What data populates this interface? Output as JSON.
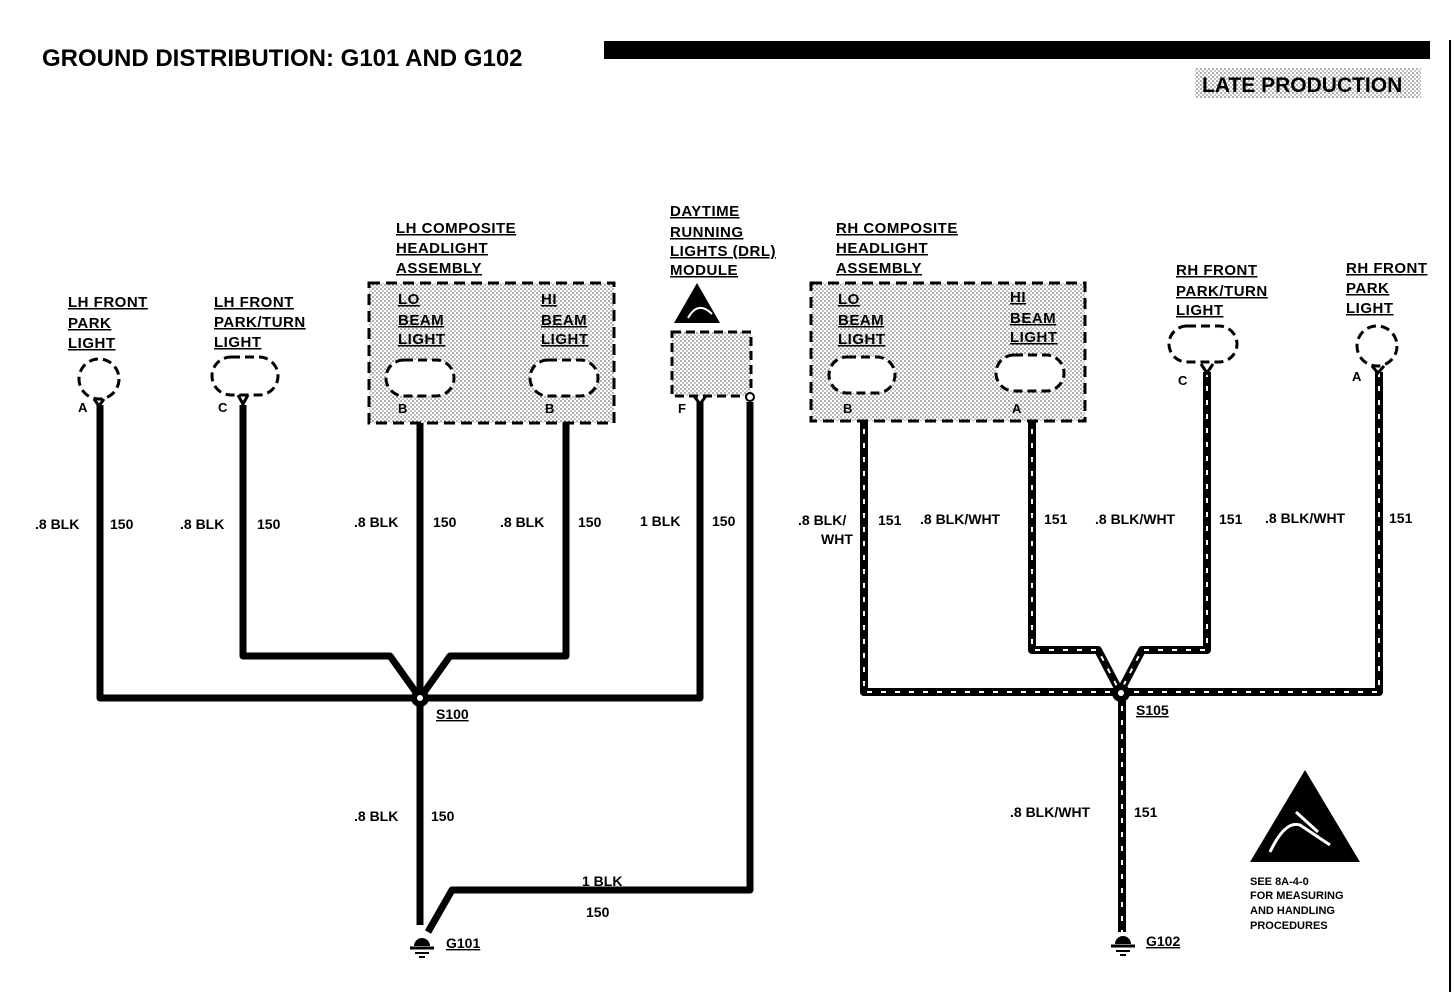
{
  "title": "GROUND DISTRIBUTION: G101 AND G102",
  "production": "LATE PRODUCTION",
  "components": {
    "lh_front_park": [
      "LH FRONT",
      "PARK",
      "LIGHT"
    ],
    "lh_front_park_turn": [
      "LH FRONT",
      "PARK/TURN",
      "LIGHT"
    ],
    "lh_composite": [
      "LH COMPOSITE",
      "HEADLIGHT",
      "ASSEMBLY"
    ],
    "lh_lo_beam": [
      "LO",
      "BEAM",
      "LIGHT"
    ],
    "lh_hi_beam": [
      "HI",
      "BEAM",
      "LIGHT"
    ],
    "drl_module": [
      "DAYTIME",
      "RUNNING",
      "LIGHTS (DRL)",
      "MODULE"
    ],
    "rh_composite": [
      "RH COMPOSITE",
      "HEADLIGHT",
      "ASSEMBLY"
    ],
    "rh_lo_beam": [
      "LO",
      "BEAM",
      "LIGHT"
    ],
    "rh_hi_beam": [
      "HI",
      "BEAM",
      "LIGHT"
    ],
    "rh_front_park_turn": [
      "RH FRONT",
      "PARK/TURN",
      "LIGHT"
    ],
    "rh_front_park": [
      "RH FRONT",
      "PARK",
      "LIGHT"
    ]
  },
  "pins": {
    "lh_park": "A",
    "lh_park_turn": "C",
    "lh_lo": "B",
    "lh_hi": "B",
    "drl": "F",
    "rh_lo": "B",
    "rh_hi": "A",
    "rh_park_turn": "C",
    "rh_park": "A"
  },
  "wires": {
    "w1": {
      "color": ".8 BLK",
      "circuit": "150"
    },
    "w2": {
      "color": ".8 BLK",
      "circuit": "150"
    },
    "w3": {
      "color": ".8 BLK",
      "circuit": "150"
    },
    "w4": {
      "color": ".8 BLK",
      "circuit": "150"
    },
    "w5": {
      "color": "1 BLK",
      "circuit": "150"
    },
    "w6": {
      "color_a": ".8 BLK/",
      "color_b": "WHT",
      "circuit": "151"
    },
    "w7": {
      "color": ".8 BLK/WHT",
      "circuit": "151"
    },
    "w8": {
      "color": ".8 BLK/WHT",
      "circuit": "151"
    },
    "w9": {
      "color": ".8 BLK/WHT",
      "circuit": "151"
    },
    "w10": {
      "color": ".8 BLK",
      "circuit": "150"
    },
    "w11": {
      "color": "1 BLK",
      "circuit": "150"
    },
    "w12": {
      "color": ".8 BLK/WHT",
      "circuit": "151"
    }
  },
  "splices": {
    "s100": "S100",
    "s105": "S105"
  },
  "grounds": {
    "g101": "G101",
    "g102": "G102"
  },
  "esd_note": [
    "SEE 8A-4-0",
    "FOR MEASURING",
    "AND HANDLING",
    "PROCEDURES"
  ]
}
